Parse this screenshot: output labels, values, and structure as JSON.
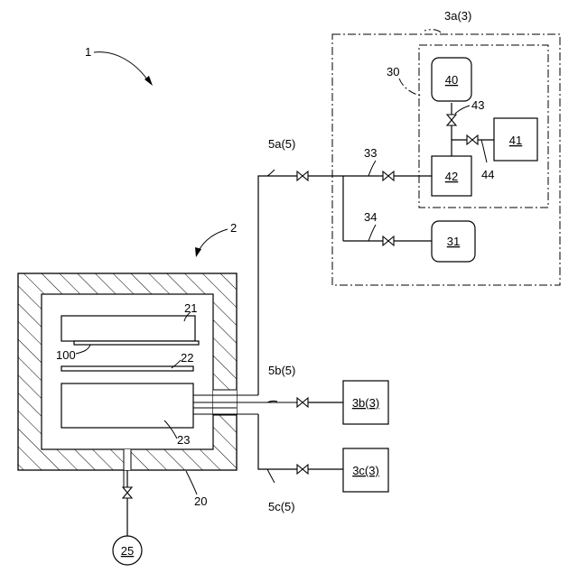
{
  "labels": {
    "system": "1",
    "chamber_unit": "2",
    "supply_3a": "3a(3)",
    "supply_3b": "3b(3)",
    "supply_3c": "3c(3)",
    "pipe_5a": "5a(5)",
    "pipe_5b": "5b(5)",
    "pipe_5c": "5c(5)",
    "chamber": "20",
    "upper_plate": "21",
    "shield_plate": "22",
    "stage": "23",
    "pump": "25",
    "subunit": "30",
    "source_31": "31",
    "line_33": "33",
    "line_34": "34",
    "tank_40": "40",
    "tank_41": "41",
    "tank_42": "42",
    "line_43": "43",
    "line_44": "44",
    "substrate": "100"
  }
}
